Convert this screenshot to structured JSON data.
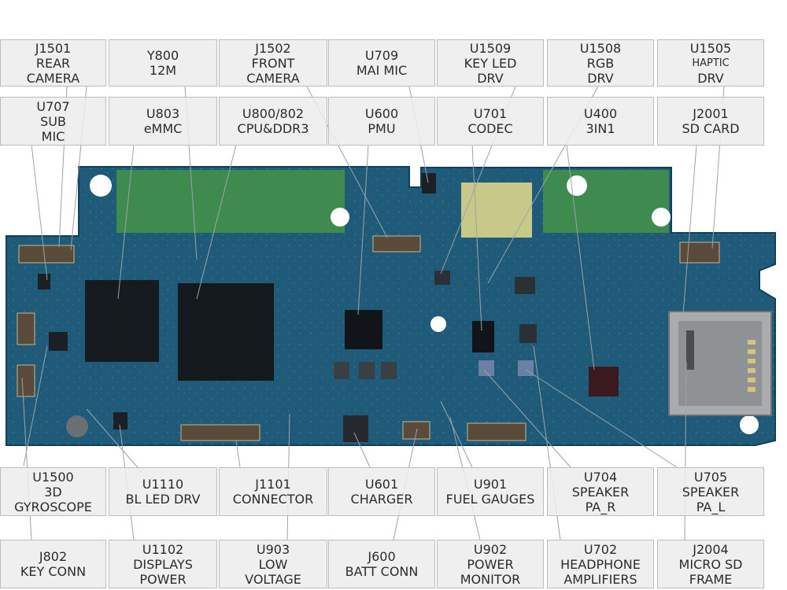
{
  "colors": {
    "board": "#1d5673",
    "board_edge": "#123f57",
    "antenna": "#3f8a4e",
    "chip": "#151a1f",
    "leader": "#9aa3ab",
    "label_bg": "#ececec"
  },
  "labels": [
    {
      "id": "j1501",
      "lines": [
        "J1501",
        "REAR",
        "CAMERA"
      ]
    },
    {
      "id": "y800",
      "lines": [
        "Y800",
        "12M"
      ]
    },
    {
      "id": "j1502",
      "lines": [
        "J1502",
        "FRONT",
        "CAMERA"
      ]
    },
    {
      "id": "u709",
      "lines": [
        "U709",
        "MAI MIC"
      ]
    },
    {
      "id": "u1509",
      "lines": [
        "U1509",
        "KEY LED",
        "DRV"
      ]
    },
    {
      "id": "u1508",
      "lines": [
        "U1508",
        "RGB",
        "DRV"
      ]
    },
    {
      "id": "u1505",
      "lines": [
        "U1505",
        "HAPTIC",
        "DRV"
      ]
    },
    {
      "id": "u707",
      "lines": [
        "U707",
        "SUB",
        "MIC"
      ]
    },
    {
      "id": "u803",
      "lines": [
        "U803",
        "eMMC"
      ]
    },
    {
      "id": "u800",
      "lines": [
        "U800/802",
        "CPU&DDR3"
      ]
    },
    {
      "id": "u600",
      "lines": [
        "U600",
        "PMU"
      ]
    },
    {
      "id": "u701",
      "lines": [
        "U701",
        "CODEC"
      ]
    },
    {
      "id": "u400",
      "lines": [
        "U400",
        "3IN1"
      ]
    },
    {
      "id": "j2001",
      "lines": [
        "J2001",
        "SD CARD"
      ]
    },
    {
      "id": "u1500",
      "lines": [
        "U1500",
        "3D",
        "GYROSCOPE"
      ]
    },
    {
      "id": "u1110",
      "lines": [
        "U1110",
        "BL LED DRV"
      ]
    },
    {
      "id": "j1101",
      "lines": [
        "J1101",
        "CONNECTOR"
      ]
    },
    {
      "id": "u601",
      "lines": [
        "U601",
        "CHARGER"
      ]
    },
    {
      "id": "u901",
      "lines": [
        "U901",
        "FUEL GAUGES"
      ]
    },
    {
      "id": "u704",
      "lines": [
        "U704",
        "SPEAKER",
        "PA_R"
      ]
    },
    {
      "id": "u705",
      "lines": [
        "U705",
        "SPEAKER",
        "PA_L"
      ]
    },
    {
      "id": "j802",
      "lines": [
        "J802",
        "KEY CONN"
      ]
    },
    {
      "id": "u1102",
      "lines": [
        "U1102",
        "DISPLAYS",
        "POWER"
      ]
    },
    {
      "id": "u903",
      "lines": [
        "U903",
        "LOW",
        "VOLTAGE"
      ]
    },
    {
      "id": "j600",
      "lines": [
        "J600",
        "BATT CONN"
      ]
    },
    {
      "id": "u902",
      "lines": [
        "U902",
        "POWER",
        "MONITOR"
      ]
    },
    {
      "id": "u702",
      "lines": [
        "U702",
        "HEADPHONE",
        "AMPLIFIERS"
      ]
    },
    {
      "id": "j2004",
      "lines": [
        "J2004",
        "MICRO SD",
        "FRAME"
      ]
    }
  ]
}
